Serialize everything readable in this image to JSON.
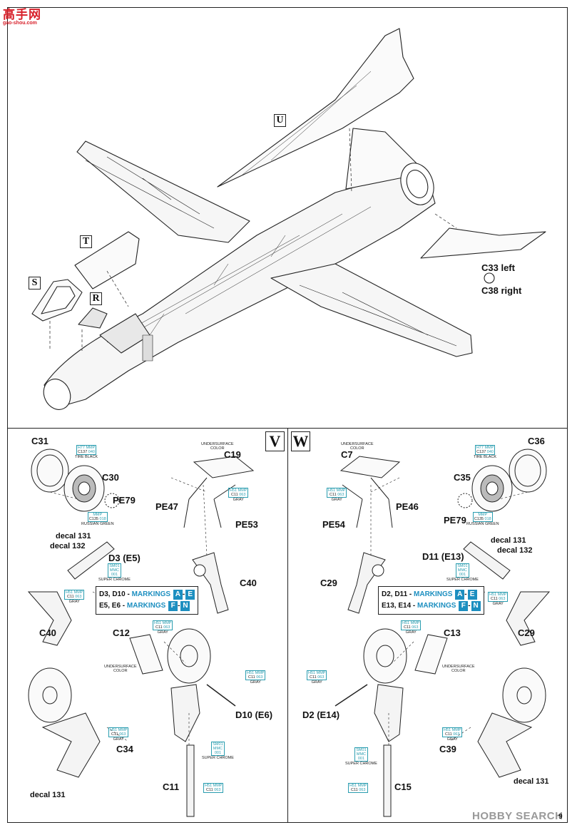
{
  "site_logo": {
    "text": "高手网",
    "url": "gao-shou.com"
  },
  "watermark": "HOBBY SEARCH",
  "page_number": "9",
  "upper": {
    "letters": {
      "U": "U",
      "T": "T",
      "S": "S",
      "R": "R"
    },
    "c33": "C33 left",
    "c38": "C38 right"
  },
  "section_v": {
    "letter": "V",
    "labels": {
      "c31": "C31",
      "c30": "C30",
      "pe79": "PE79",
      "c19": "C19",
      "pe47": "PE47",
      "pe53": "PE53",
      "decal131a": "decal 131",
      "decal132": "decal 132",
      "d3": "D3 (E5)",
      "c40a": "C40",
      "c40b": "C40",
      "c12": "C12",
      "d10": "D10 (E6)",
      "c34": "C34",
      "decal131b": "decal 131",
      "c11": "C11"
    },
    "markings": [
      {
        "text": "D3, D10 - ",
        "word": "MARKINGS",
        "from": "A",
        "to": "E"
      },
      {
        "text": "E5, E6 - ",
        "word": "MARKINGS",
        "from": "F",
        "to": "N"
      }
    ],
    "paints": {
      "tire": {
        "h": "H77",
        "m": "MMP",
        "c": "C137",
        "n": "040",
        "name": "TIRE BLACK"
      },
      "green": {
        "m": "MMP",
        "c": "C135",
        "n": "018",
        "name": "RUSSIAN GREEN"
      },
      "under": {
        "name1": "UNDERSURFACE",
        "name2": "COLOR"
      },
      "gray1": {
        "h": "H51",
        "m": "MMP",
        "c": "C11",
        "n": "063",
        "name": "GRAY"
      },
      "chrome": {
        "h": "SM01",
        "m": "MMC",
        "n": "001",
        "name": "SUPER CHROME"
      },
      "gray2": {
        "h": "H51",
        "m": "MMP",
        "c": "C11",
        "n": "063",
        "name": "GRAY"
      },
      "gray3": {
        "h": "H51",
        "m": "MMP",
        "c": "C11",
        "n": "063",
        "name": "GRAY"
      },
      "under2": {
        "name1": "UNDERSURFACE",
        "name2": "COLOR"
      },
      "gray4": {
        "h": "H51",
        "m": "MMP",
        "c": "C11",
        "n": "063",
        "name": "GRAY"
      },
      "gray5": {
        "h": "H51",
        "m": "MMP",
        "c": "C11",
        "n": "063",
        "name": "GRAY"
      },
      "chrome2": {
        "h": "SM01",
        "m": "MMC",
        "n": "001",
        "name": "SUPER CHROME"
      },
      "gray6": {
        "h": "H51",
        "m": "MMP",
        "c": "C11",
        "n": "063",
        "name": ""
      }
    }
  },
  "section_w": {
    "letter": "W",
    "labels": {
      "c7": "C7",
      "c36": "C36",
      "c35": "C35",
      "pe46": "PE46",
      "pe54": "PE54",
      "pe79": "PE79",
      "decal131a": "decal 131",
      "decal132": "decal 132",
      "d11": "D11 (E13)",
      "c29a": "C29",
      "c29b": "C29",
      "c13": "C13",
      "d2": "D2 (E14)",
      "c39": "C39",
      "decal131b": "decal 131",
      "c15": "C15"
    },
    "markings": [
      {
        "text": "D2, D11 - ",
        "word": "MARKINGS",
        "from": "A",
        "to": "E"
      },
      {
        "text": "E13, E14 - ",
        "word": "MARKINGS",
        "from": "F",
        "to": "N"
      }
    ],
    "paints": {
      "under": {
        "name1": "UNDERSURFACE",
        "name2": "COLOR"
      },
      "gray1": {
        "h": "H51",
        "m": "MMP",
        "c": "C11",
        "n": "063",
        "name": "GRAY"
      },
      "tire": {
        "h": "H77",
        "m": "MMP",
        "c": "C137",
        "n": "040",
        "name": "TIRE BLACK"
      },
      "green": {
        "m": "MMP",
        "c": "C135",
        "n": "018",
        "name": "RUSSIAN GREEN"
      },
      "chrome": {
        "h": "SM01",
        "m": "MMC",
        "n": "001",
        "name": "SUPER CHROME"
      },
      "gray2": {
        "h": "H51",
        "m": "MMP",
        "c": "C11",
        "n": "063",
        "name": "GRAY"
      },
      "gray3": {
        "h": "H51",
        "m": "MMP",
        "c": "C11",
        "n": "063",
        "name": "GRAY"
      },
      "under2": {
        "name1": "UNDERSURFACE",
        "name2": "COLOR"
      },
      "gray4": {
        "h": "H51",
        "m": "MMP",
        "c": "C11",
        "n": "063",
        "name": "GRAY"
      },
      "gray5": {
        "h": "H51",
        "m": "MMP",
        "c": "C11",
        "n": "063",
        "name": "GRAY"
      },
      "chrome2": {
        "h": "SM01",
        "m": "MMC",
        "n": "001",
        "name": "SUPER CHROME"
      },
      "gray6": {
        "h": "H51",
        "m": "MMP",
        "c": "C11",
        "n": "063",
        "name": ""
      }
    }
  },
  "colors": {
    "accent": "#1d8fc0",
    "paint": "#2a9db0",
    "logo": "#d8202a"
  }
}
